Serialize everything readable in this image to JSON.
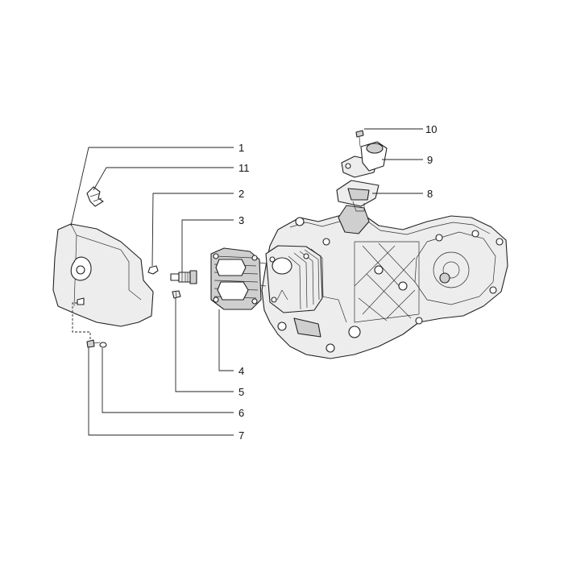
{
  "diagram": {
    "colors": {
      "ink": "#222222",
      "shade": "#cfcfcf",
      "light": "#ededed",
      "background": "#ffffff"
    },
    "callouts": [
      {
        "id": "1",
        "label": "1"
      },
      {
        "id": "2",
        "label": "2"
      },
      {
        "id": "3",
        "label": "3"
      },
      {
        "id": "4",
        "label": "4"
      },
      {
        "id": "5",
        "label": "5"
      },
      {
        "id": "6",
        "label": "6"
      },
      {
        "id": "7",
        "label": "7"
      },
      {
        "id": "8",
        "label": "8"
      },
      {
        "id": "9",
        "label": "9"
      },
      {
        "id": "10",
        "label": "10"
      },
      {
        "id": "11",
        "label": "11"
      }
    ]
  }
}
